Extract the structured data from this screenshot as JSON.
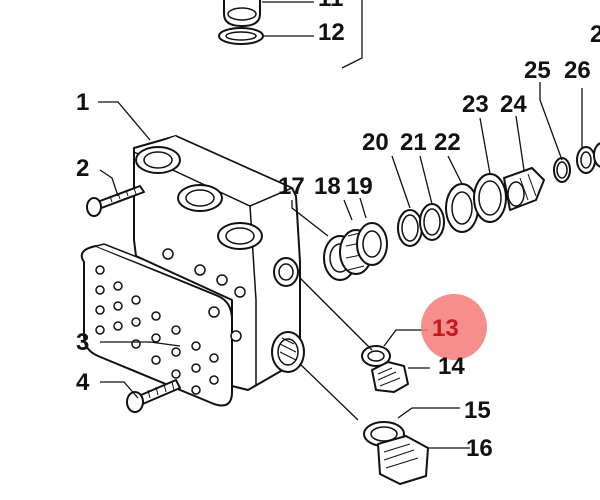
{
  "parts": [
    {
      "key": "p1",
      "label": "1"
    },
    {
      "key": "p2",
      "label": "2"
    },
    {
      "key": "p3",
      "label": "3"
    },
    {
      "key": "p4",
      "label": "4"
    },
    {
      "key": "p11",
      "label": "11"
    },
    {
      "key": "p12",
      "label": "12"
    },
    {
      "key": "p13",
      "label": "13"
    },
    {
      "key": "p14",
      "label": "14"
    },
    {
      "key": "p15",
      "label": "15"
    },
    {
      "key": "p16",
      "label": "16"
    },
    {
      "key": "p17",
      "label": "17"
    },
    {
      "key": "p18",
      "label": "18"
    },
    {
      "key": "p19",
      "label": "19"
    },
    {
      "key": "p20",
      "label": "20"
    },
    {
      "key": "p21",
      "label": "21"
    },
    {
      "key": "p22",
      "label": "22"
    },
    {
      "key": "p23",
      "label": "23"
    },
    {
      "key": "p24",
      "label": "24"
    },
    {
      "key": "p25",
      "label": "25"
    },
    {
      "key": "p26",
      "label": "26"
    },
    {
      "key": "p27",
      "label": "2"
    }
  ],
  "highlight": {
    "label": "13",
    "marker_color": "#f47a78",
    "text_color": "#c2191f"
  },
  "colors": {
    "line": "#111111",
    "background": "#ffffff"
  }
}
